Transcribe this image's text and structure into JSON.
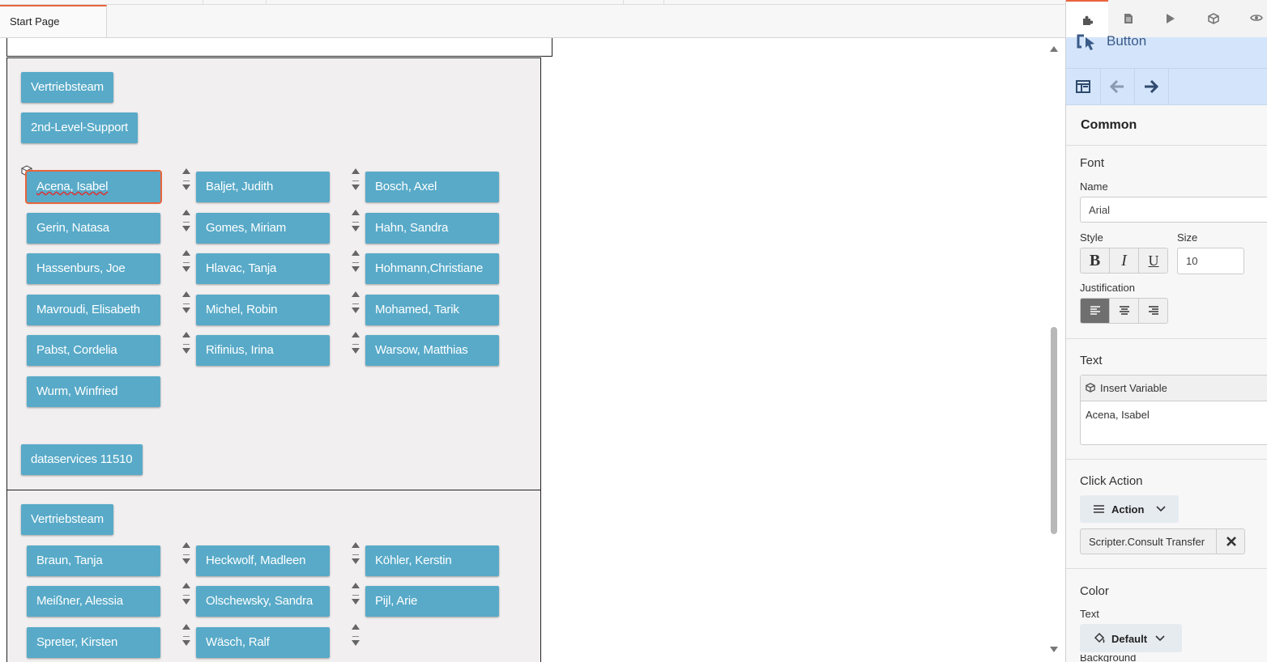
{
  "tabs": [
    {
      "label": "Start Page"
    }
  ],
  "canvas": {
    "section1": {
      "group_buttons": [
        "Vertriebsteam",
        "2nd-Level-Support"
      ],
      "agents": [
        "Acena, Isabel",
        "Baljet, Judith",
        "Bosch, Axel",
        "Gerin, Natasa",
        "Gomes, Miriam",
        "Hahn, Sandra",
        "Hassenburs, Joe",
        "Hlavac, Tanja",
        "Hohmann,Christiane",
        "Mavroudi, Elisabeth",
        "Michel, Robin",
        "Mohamed, Tarik",
        "Pabst, Cordelia",
        "Rifinius, Irina",
        "Warsow, Matthias",
        "Wurm, Winfried"
      ],
      "selected": "Acena, Isabel",
      "footer_button": "dataservices 11510"
    },
    "section2": {
      "group_buttons": [
        "Vertriebsteam"
      ],
      "agents": [
        "Braun, Tanja",
        "Heckwolf, Madleen",
        "Köhler, Kerstin",
        "Meißner, Alessia",
        "Olschewsky, Sandra",
        "Pijl, Arie",
        "Spreter, Kirsten",
        "Wäsch, Ralf"
      ]
    }
  },
  "panel": {
    "tab_icons": [
      "puzzle-icon",
      "document-icon",
      "play-icon",
      "cube-icon",
      "eye-icon"
    ],
    "header_title": "Button",
    "nav_icons": [
      "layout-icon",
      "arrow-left-icon",
      "arrow-right-icon"
    ],
    "common_label": "Common",
    "font": {
      "heading": "Font",
      "name_label": "Name",
      "name_value": "Arial",
      "style_label": "Style",
      "style_buttons": [
        "B",
        "I",
        "U"
      ],
      "size_label": "Size",
      "size_value": "10",
      "justification_label": "Justification"
    },
    "text": {
      "heading": "Text",
      "insert_variable": "Insert Variable",
      "value": "Acena, Isabel"
    },
    "click_action": {
      "heading": "Click Action",
      "dropdown": "Action",
      "chip": "Scripter.Consult Transfer"
    },
    "color": {
      "heading": "Color",
      "text_label": "Text",
      "text_dropdown": "Default",
      "background_label": "Background"
    }
  },
  "colors": {
    "button": "#58aac8",
    "accent": "#e8643c",
    "panel_header": "#d4e5fb",
    "section_bg": "#f1eff0"
  }
}
